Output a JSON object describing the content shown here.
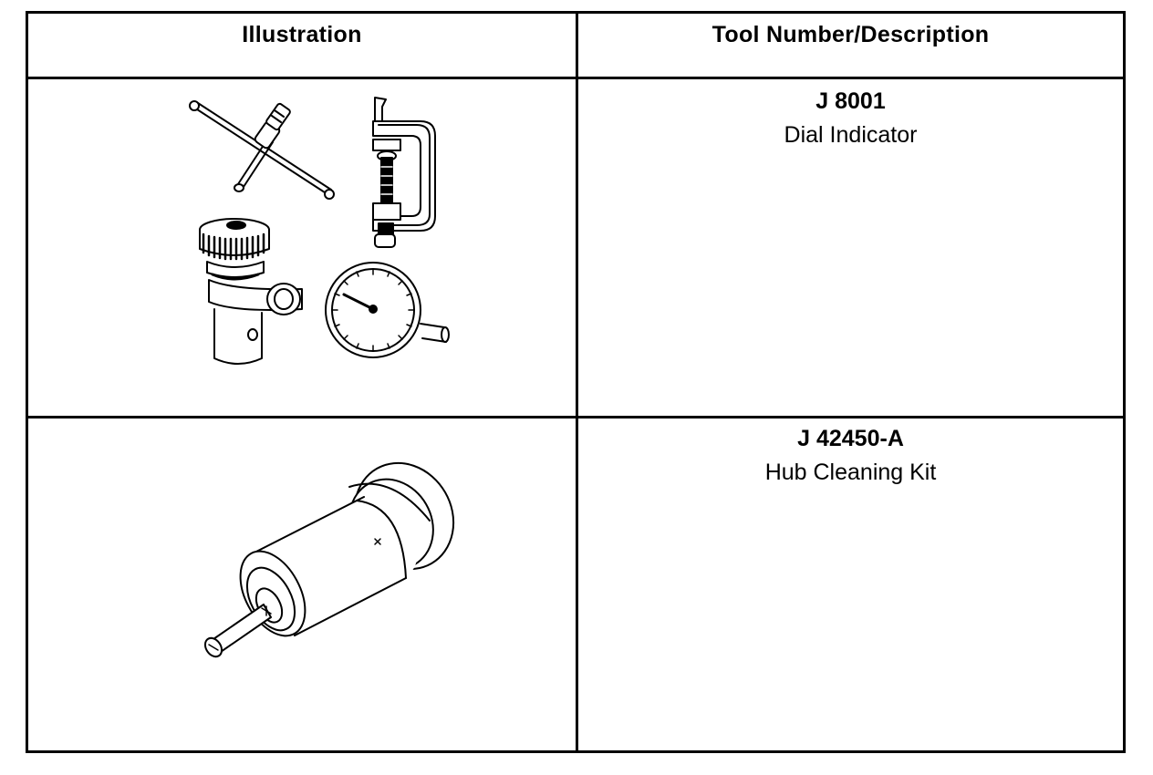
{
  "table": {
    "headers": {
      "illustration": "Illustration",
      "tool": "Tool Number/Description"
    },
    "rows": [
      {
        "tool_number": "J 8001",
        "description": "Dial Indicator",
        "illustration_icon": "dial-indicator-set-icon"
      },
      {
        "tool_number": "J 42450-A",
        "description": "Hub Cleaning Kit",
        "illustration_icon": "hub-cleaning-tool-icon"
      }
    ]
  }
}
